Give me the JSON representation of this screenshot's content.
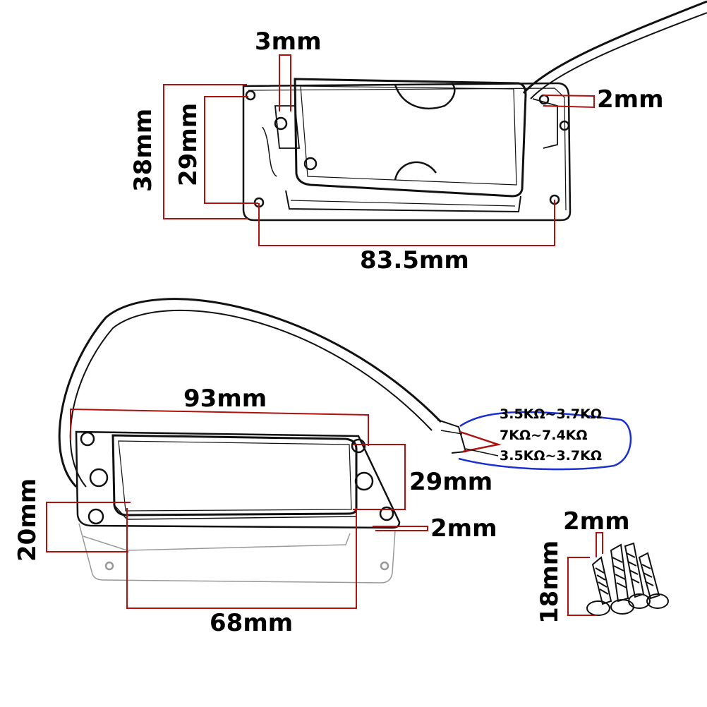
{
  "top_view": {
    "label_3mm": "3mm",
    "label_2mm": "2mm",
    "label_38mm": "38mm",
    "label_29mm": "29mm",
    "label_83_5mm": "83.5mm"
  },
  "side_view": {
    "label_93mm": "93mm",
    "label_29mm": "29mm",
    "label_2mm": "2mm",
    "label_20mm": "20mm",
    "label_68mm": "68mm"
  },
  "wiring": {
    "resistance_1": "3.5KΩ~3.7KΩ",
    "resistance_2": "7KΩ~7.4KΩ",
    "resistance_3": "3.5KΩ~3.7KΩ"
  },
  "screws": {
    "label_2mm": "2mm",
    "label_18mm": "18mm"
  },
  "colors": {
    "dimension_line": "#b01010",
    "wire_loop": "#1a2fd0",
    "outline": "#111111"
  }
}
